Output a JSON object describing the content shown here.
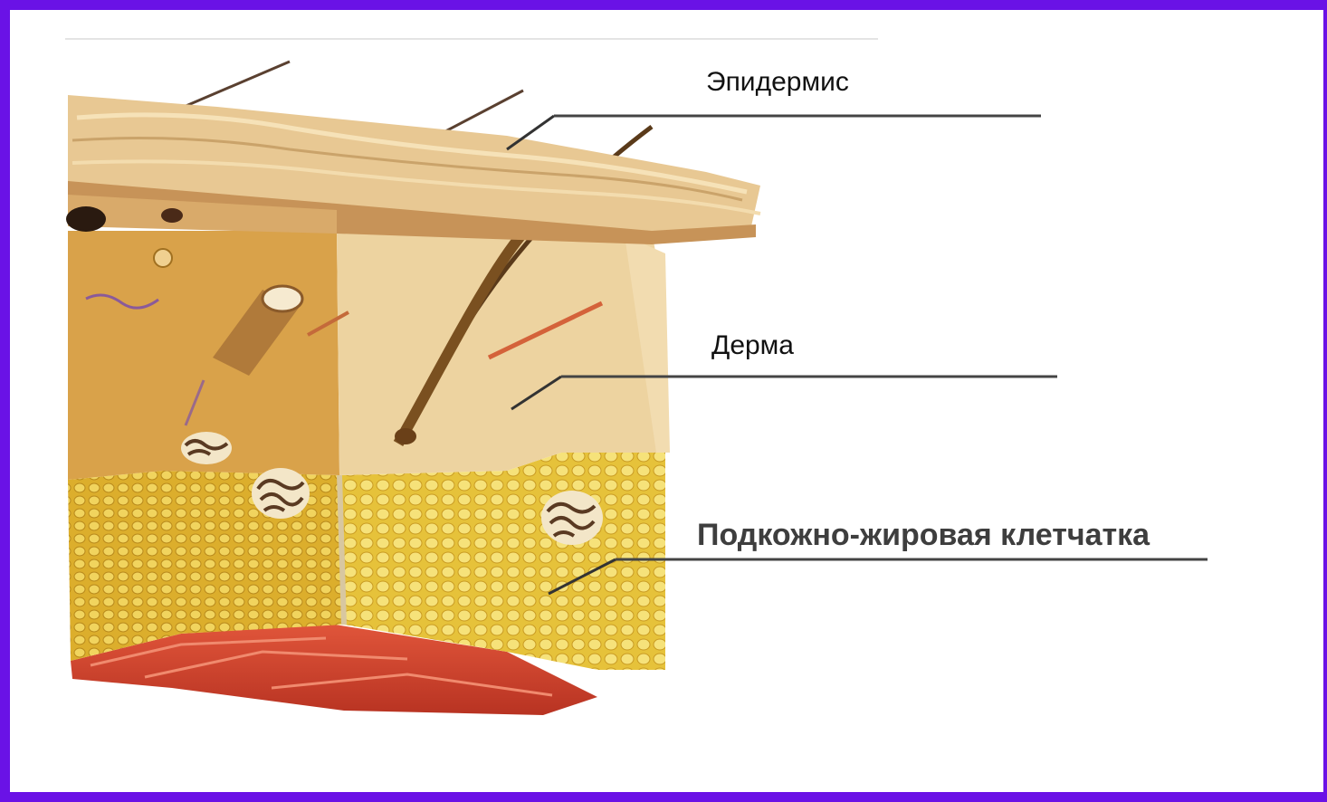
{
  "diagram": {
    "labels": {
      "epidermis": "Эпидермис",
      "dermis": "Дерма",
      "subcutaneous": "Подкожно-жировая клетчатка"
    }
  },
  "colors": {
    "frame": "#6a12e6",
    "epidermis": "#e7c48e",
    "dermis": "#e9cf9a",
    "fat": "#e9c840",
    "muscle": "#d8503a"
  },
  "icons": [
    "hair-icon",
    "sweat-gland-icon",
    "blood-vessel-icon"
  ]
}
